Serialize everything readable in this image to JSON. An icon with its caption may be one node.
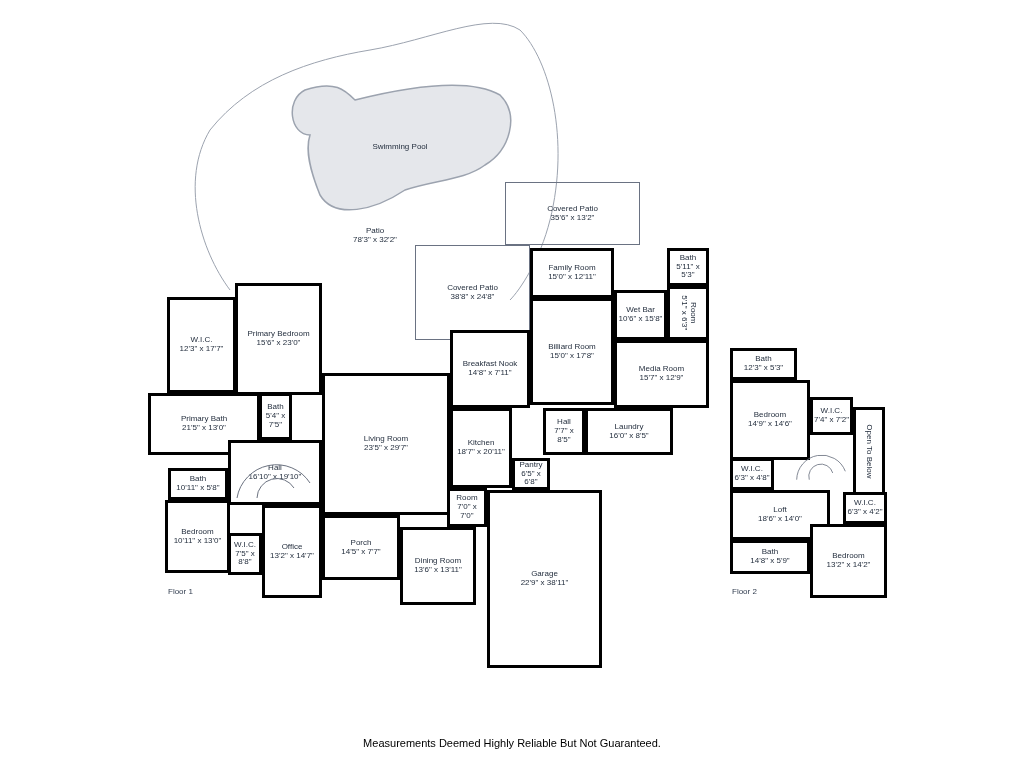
{
  "diagram": {
    "caption": "Measurements Deemed Highly Reliable But Not Guaranteed.",
    "nodes": [
      {
        "text": [
          "Patio",
          "78'3\" x 32'2\""
        ]
      },
      {
        "text": [
          "Swimming Pool"
        ],
        "in": 0
      },
      {
        "text": [
          "Covered Patio",
          "35'6\" x 13'2\""
        ]
      },
      {
        "text": [
          "Covered Patio",
          "38'8\" x 24'8\""
        ]
      },
      {
        "text": [
          "Primary Bedroom",
          "15'6\" x 23'0\""
        ]
      },
      {
        "text": [
          "W.I.C.",
          "12'3\" x 17'7\""
        ]
      },
      {
        "text": [
          "Primary Bath",
          "21'5\" x 13'0\""
        ]
      },
      {
        "text": [
          "Bath",
          "5'4\" x 7'5\""
        ]
      },
      {
        "text": [
          "Bath",
          "10'11\" x 5'8\""
        ]
      },
      {
        "text": [
          "Hall",
          "16'10\" x 19'10\""
        ]
      },
      {
        "text": [
          "Bedroom",
          "10'11\" x 13'0\""
        ]
      },
      {
        "text": [
          "W.I.C.",
          "7'5\" x 8'8\""
        ]
      },
      {
        "text": [
          "Office",
          "13'2\" x 14'7\""
        ]
      },
      {
        "text": [
          "Living Room",
          "23'5\" x 29'7\""
        ]
      },
      {
        "text": [
          "Breakfast Nook",
          "14'8\" x 7'11\""
        ]
      },
      {
        "text": [
          "Kitchen",
          "18'7\" x 20'11\""
        ]
      },
      {
        "text": [
          "Pantry",
          "6'5\" x 6'8\""
        ]
      },
      {
        "text": [
          "Room",
          "7'0\" x 7'0\""
        ]
      },
      {
        "text": [
          "Porch",
          "14'5\" x 7'7\""
        ]
      },
      {
        "text": [
          "Dining Room",
          "13'6\" x 13'11\""
        ]
      },
      {
        "text": [
          "Garage",
          "22'9\" x 38'11\""
        ]
      },
      {
        "text": [
          "Family Room",
          "15'0\" x 12'11\""
        ]
      },
      {
        "text": [
          "Wet Bar",
          "10'6\" x 15'8\""
        ]
      },
      {
        "text": [
          "Bath",
          "5'11\" x 5'3\""
        ]
      },
      {
        "text": [
          "Room",
          "5'1\" x 6'3\""
        ]
      },
      {
        "text": [
          "Billiard Room",
          "15'0\" x 17'8\""
        ]
      },
      {
        "text": [
          "Media Room",
          "15'7\" x 12'9\""
        ]
      },
      {
        "text": [
          "Hall",
          "7'7\" x 8'5\""
        ]
      },
      {
        "text": [
          "Laundry",
          "16'0\" x 8'5\""
        ]
      },
      {
        "text": [
          "Bath",
          "12'3\" x 5'3\""
        ]
      },
      {
        "text": [
          "Bedroom",
          "14'9\" x 14'6\""
        ]
      },
      {
        "text": [
          "W.I.C.",
          "7'4\" x 7'2\""
        ]
      },
      {
        "text": [
          "Open To Below"
        ]
      },
      {
        "text": [
          "W.I.C.",
          "6'3\" x 4'8\""
        ]
      },
      {
        "text": [
          "Loft",
          "18'6\" x 14'0\""
        ]
      },
      {
        "text": [
          "W.I.C.",
          "6'3\" x 4'2\""
        ]
      },
      {
        "text": [
          "Bath",
          "14'8\" x 5'9\""
        ]
      },
      {
        "text": [
          "Bedroom",
          "13'2\" x 14'2\""
        ]
      }
    ],
    "labels": [
      "Floor 1",
      "Floor 2"
    ]
  }
}
